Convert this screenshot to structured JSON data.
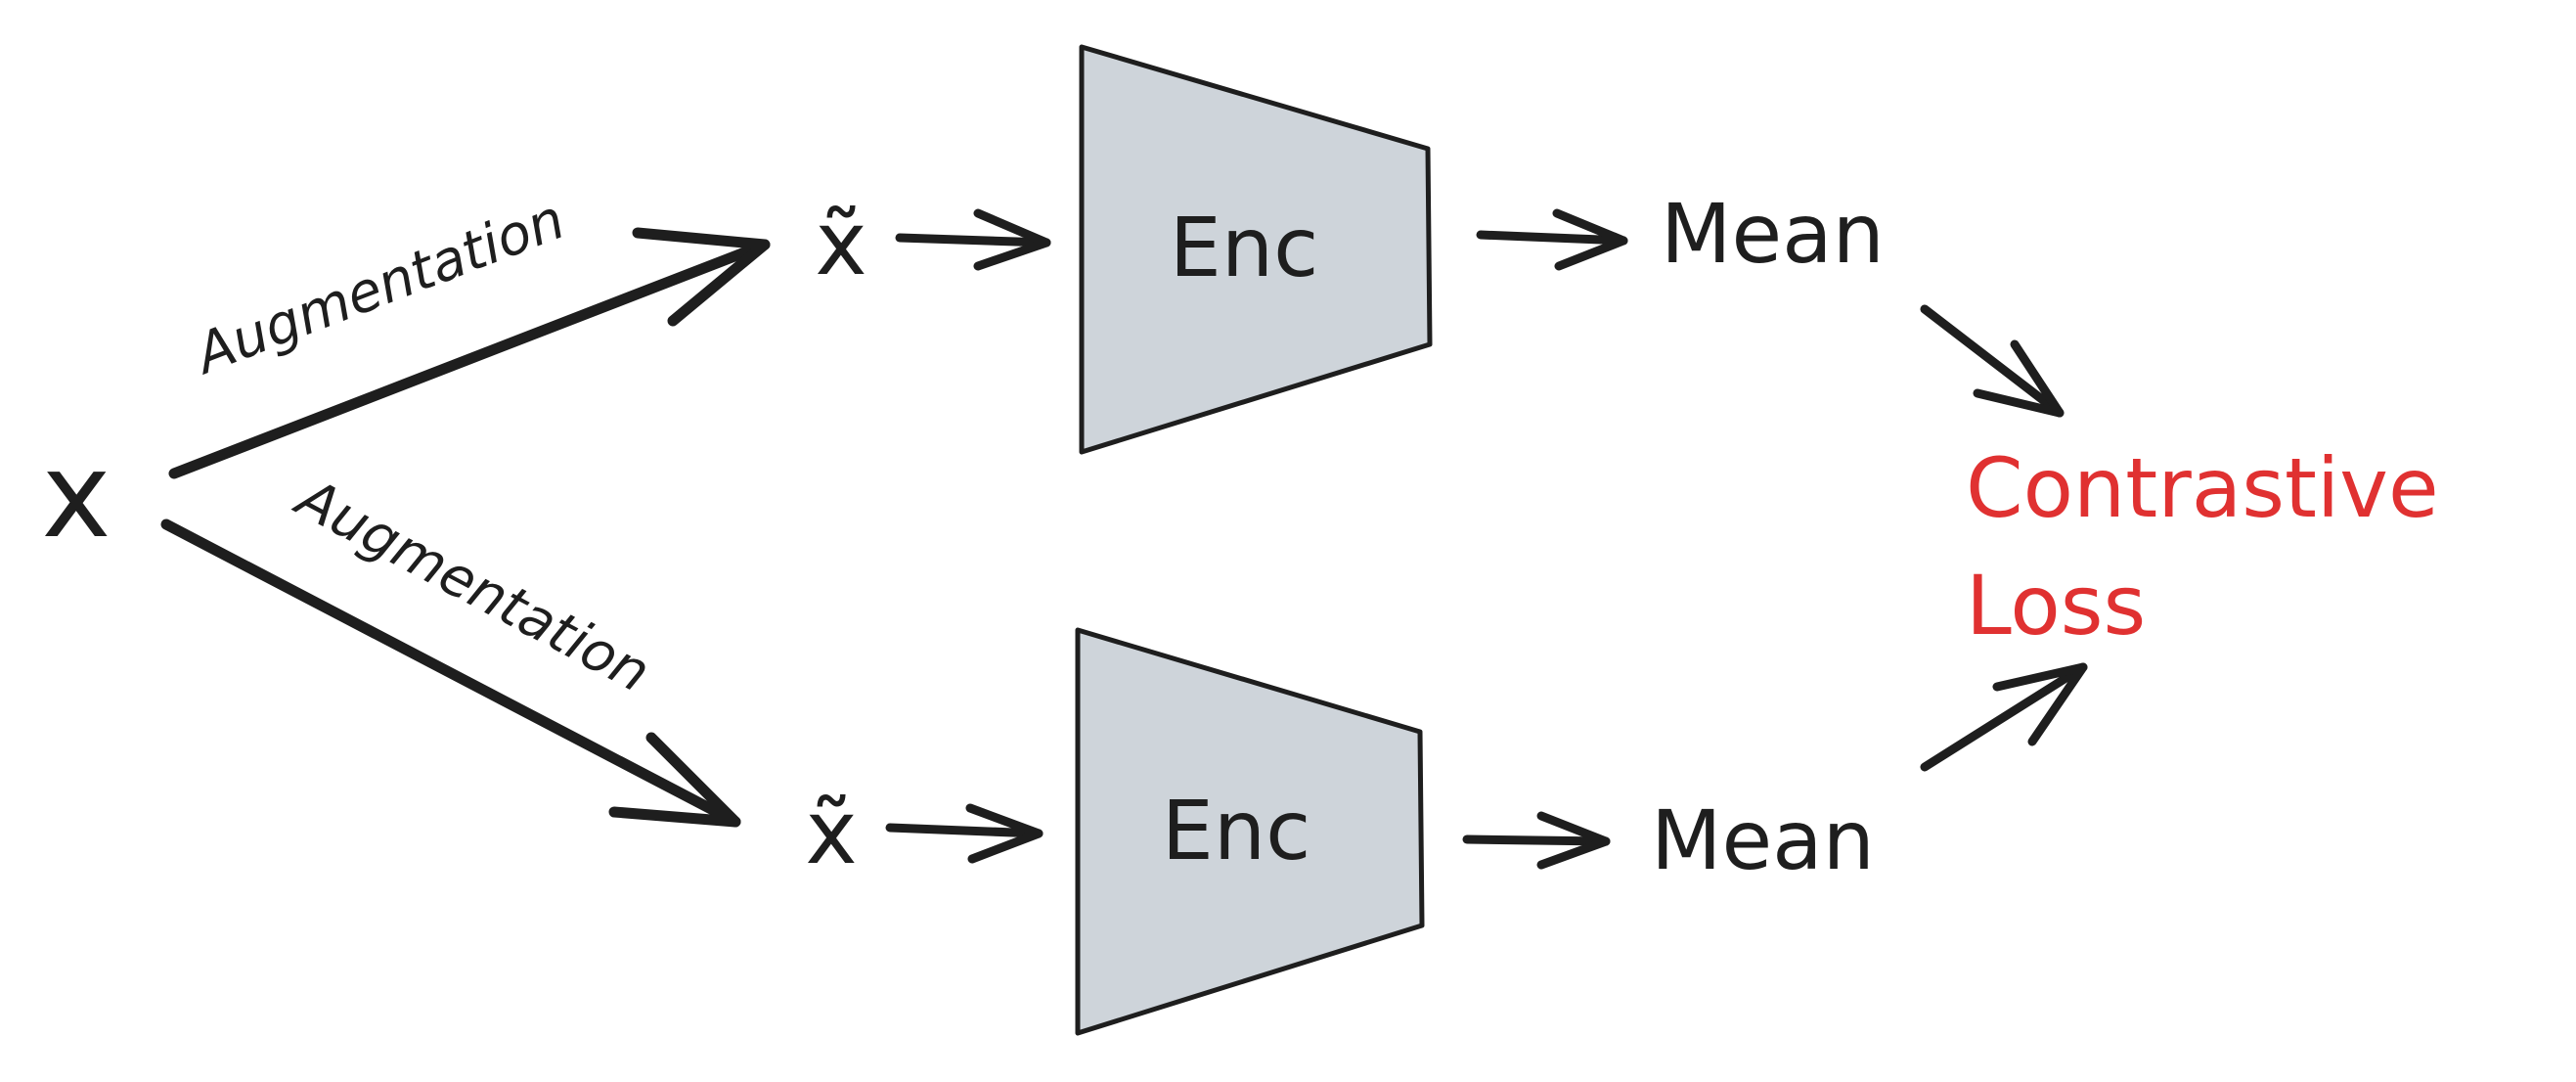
{
  "input_label": "x",
  "augment_label_top": "Augmentation",
  "augment_label_bottom": "Augmentation",
  "augmented_label_top": "x̃",
  "augmented_label_bottom": "x̃",
  "encoder_label_top": "Enc",
  "encoder_label_bottom": "Enc",
  "mean_label_top": "Mean",
  "mean_label_bottom": "Mean",
  "loss_label_line1": "Contrastive",
  "loss_label_line2": "Loss",
  "colors": {
    "ink": "#1e1e1e",
    "encoder_fill": "#ced4da",
    "loss": "#e03131"
  }
}
